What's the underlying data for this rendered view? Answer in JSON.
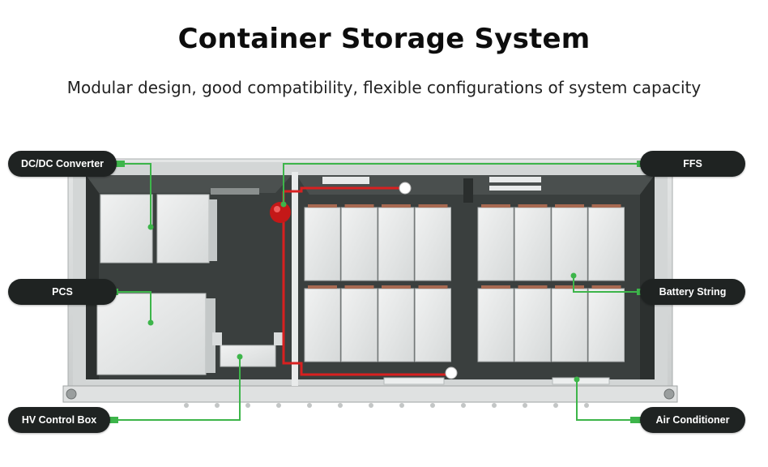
{
  "header": {
    "title": "Container Storage System",
    "subtitle": "Modular design, good compatibility, flexible configurations of system capacity"
  },
  "callouts": {
    "dcdc": "DC/DC Converter",
    "pcs": "PCS",
    "hv_control_box": "HV Control Box",
    "ffs": "FFS",
    "battery_string": "Battery String",
    "air_conditioner": "Air Conditioner"
  },
  "colors": {
    "label_bg": "#1f2322",
    "leader_line": "#3db54a",
    "pipe": "#d82020",
    "container_floor": "#3a3f3e",
    "cabinet": "#e6e8e8"
  }
}
